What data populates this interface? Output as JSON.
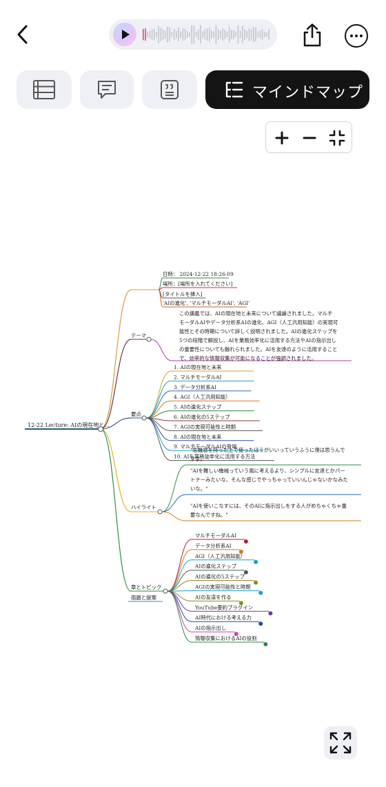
{
  "tabs": {
    "mindmap_label": "マインドマップ"
  },
  "mindmap": {
    "root": "12-22 Lecture: AIの現在地と...",
    "info": {
      "datetime": "日時： 2024-12-22 18:26:09",
      "location": "場所：[場所を入れてください]",
      "title": "[タイトルを挿入]",
      "tags": "'AIの進化', 'マルチモーダルAI', 'AGI'"
    },
    "theme": {
      "label": "テーマ",
      "lines": [
        "この講義では、AIの現在地と未来について議論されました。マルチ",
        "モーダルAIやデータ分析系AIの進化、AGI（人工汎用知能）の実現可",
        "能性とその時期について詳しく説明されました。AIの進化ステップを",
        "5つの段階で解説し、AIを業務効率化に活用する方法やAIの指示出し",
        "の重要性についても触れられました。AIを友達のように活用すること",
        "で、効率的な情報収集が可能になることが強調されました。"
      ]
    },
    "points": {
      "label": "要点",
      "items": [
        "1. AIの現在地と未来",
        "2. マルチモーダルAI",
        "3. データ分析系AI",
        "4. AGI（人工汎用知能）",
        "5. AIの進化ステップ",
        "6. AIの進化の5ステップ",
        "7. AGIの実現可能性と時期",
        "8. AIの現在地と未来",
        "9. マルチモーダルAIの登場",
        "10. AIを業務効率化に活用する方法"
      ]
    },
    "highlights": {
      "label": "ハイライト",
      "quotes": [
        [
          "\"危機感を持った上で使ったほうがいいっていうふうに僕は思うんで",
          "すよ。\""
        ],
        [
          "\"AIを難しい機械っていう風に考えるより、シンプルに友達とかパー",
          "トナーみたいな、そんな感じでやっちゃっていいんじゃないかなみた",
          "いな。\""
        ],
        [
          "\"AIを使いこなすには、そのAIに指示出しをする人がめちゃくちゃ重",
          "要なんですね。\""
        ]
      ]
    },
    "chapters": {
      "label": "章とトピック",
      "items": [
        "マルチモーダルAI",
        "データ分析系AI",
        "AGI（人工汎用知能）",
        "AIの進化ステップ",
        "AIの進化の5ステップ",
        "AGIの実現可能性と時期",
        "AIの友達を作る",
        "YouTube要約プラグイン",
        "AI時代における考える力",
        "AIの指示出し",
        "情報収集におけるAIの役割"
      ]
    },
    "homework": {
      "label": "宿題と提案"
    }
  }
}
